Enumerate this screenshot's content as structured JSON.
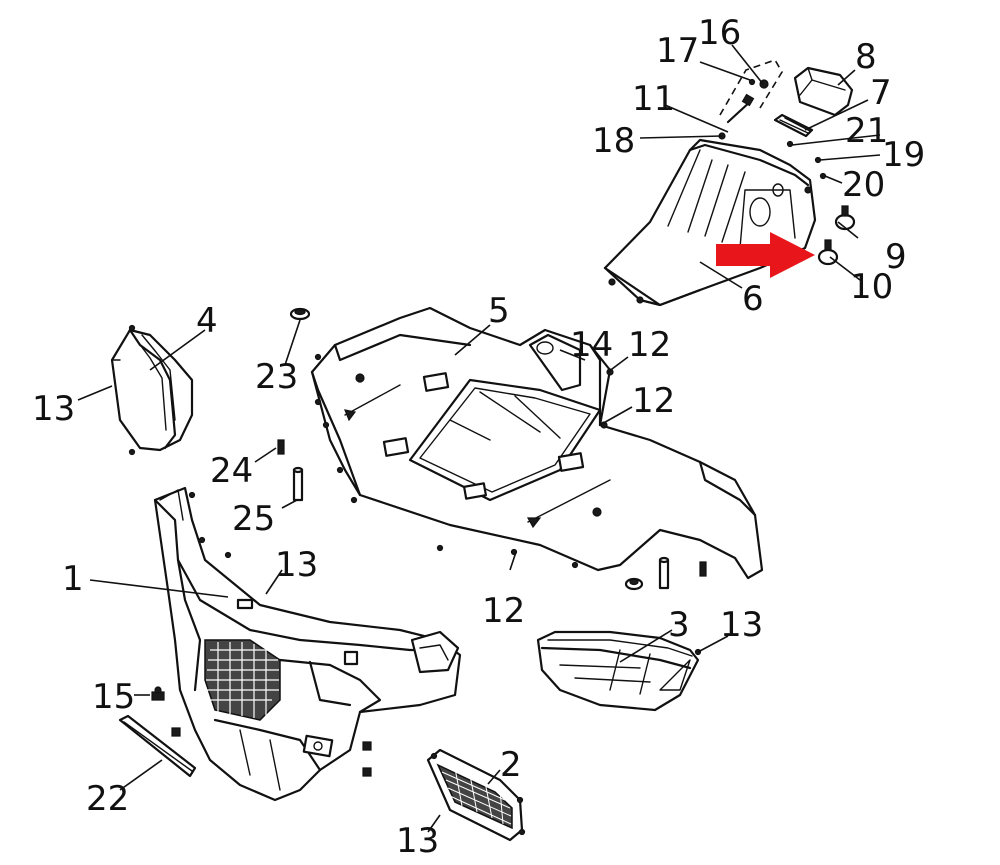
{
  "diagram": {
    "callouts": [
      {
        "id": "c1",
        "text": "1"
      },
      {
        "id": "c2",
        "text": "2"
      },
      {
        "id": "c3",
        "text": "3"
      },
      {
        "id": "c4",
        "text": "4"
      },
      {
        "id": "c5",
        "text": "5"
      },
      {
        "id": "c6",
        "text": "6"
      },
      {
        "id": "c7",
        "text": "7"
      },
      {
        "id": "c8",
        "text": "8"
      },
      {
        "id": "c9",
        "text": "9"
      },
      {
        "id": "c10",
        "text": "10"
      },
      {
        "id": "c11",
        "text": "11"
      },
      {
        "id": "c12a",
        "text": "12"
      },
      {
        "id": "c12b",
        "text": "12"
      },
      {
        "id": "c12c",
        "text": "12"
      },
      {
        "id": "c13a",
        "text": "13"
      },
      {
        "id": "c13b",
        "text": "13"
      },
      {
        "id": "c13c",
        "text": "13"
      },
      {
        "id": "c13d",
        "text": "13"
      },
      {
        "id": "c14",
        "text": "14"
      },
      {
        "id": "c15",
        "text": "15"
      },
      {
        "id": "c16",
        "text": "16"
      },
      {
        "id": "c17",
        "text": "17"
      },
      {
        "id": "c18",
        "text": "18"
      },
      {
        "id": "c19",
        "text": "19"
      },
      {
        "id": "c20",
        "text": "20"
      },
      {
        "id": "c21",
        "text": "21"
      },
      {
        "id": "c22",
        "text": "22"
      },
      {
        "id": "c23",
        "text": "23"
      },
      {
        "id": "c24",
        "text": "24"
      },
      {
        "id": "c25",
        "text": "25"
      }
    ],
    "highlight_arrow_color": "#e8161b",
    "line_color": "#111111"
  }
}
